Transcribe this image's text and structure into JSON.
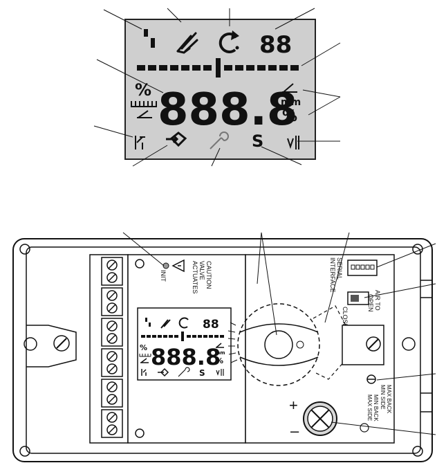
{
  "lcd_large": {
    "digits_small": "88",
    "digits_main": "888.8",
    "unit_percent_left": "%",
    "unit_mm": "mm",
    "unit_percent_right": "%",
    "s_symbol": "S"
  },
  "lcd_small": {
    "digits_small": "88",
    "digits_main": "888.8",
    "unit_percent_left": "%",
    "unit_mm": "mm",
    "unit_percent_right": "%",
    "s_symbol": "S"
  },
  "device": {
    "caution_lines": [
      "CAUTION",
      "VALVE",
      "ACTUATES"
    ],
    "init_label": "INIT",
    "serial_lines": [
      "SERIAL",
      "INTERFACE"
    ],
    "air_to_lines": [
      "AIR TO",
      "OPEN"
    ],
    "close_label": "CLOSE",
    "min_back_1": [
      "MAX BACK",
      "MIN SIDE"
    ],
    "min_back_2": [
      "MIN BACK",
      "MAX SIDE"
    ],
    "plus_sign": "+",
    "minus_sign": "–"
  }
}
